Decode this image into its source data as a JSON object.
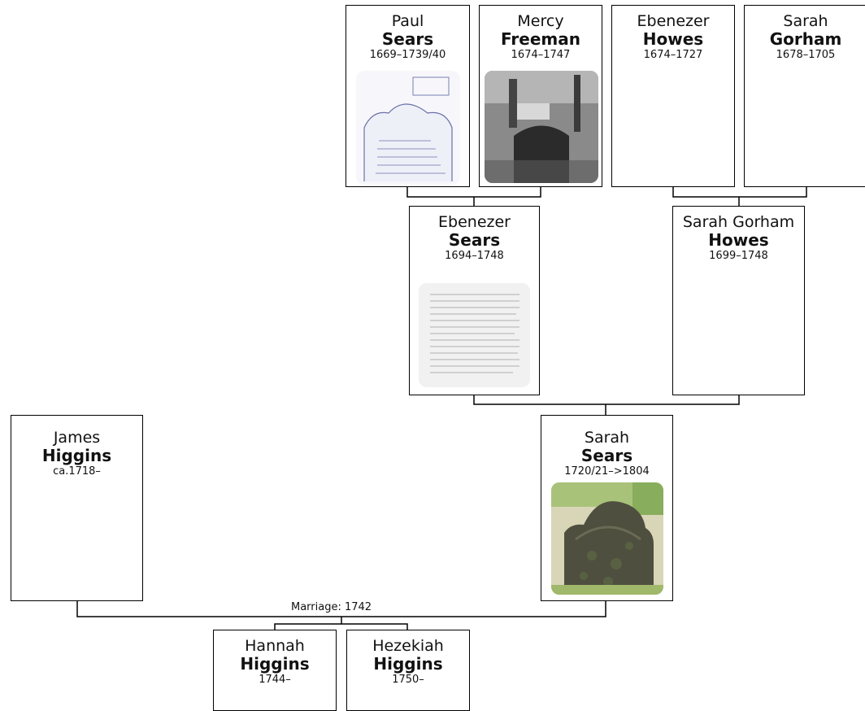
{
  "people": {
    "paul_sears": {
      "given": "Paul",
      "surname": "Sears",
      "dates": "1669–1739/40"
    },
    "mercy_freeman": {
      "given": "Mercy",
      "surname": "Freeman",
      "dates": "1674–1747"
    },
    "ebenezer_howes": {
      "given": "Ebenezer",
      "surname": "Howes",
      "dates": "1674–1727"
    },
    "sarah_gorham": {
      "given": "Sarah",
      "surname": "Gorham",
      "dates": "1678–1705"
    },
    "ebenezer_sears": {
      "given": "Ebenezer",
      "surname": "Sears",
      "dates": "1694–1748"
    },
    "sarah_gorham_howes": {
      "given": "Sarah Gorham",
      "surname": "Howes",
      "dates": "1699–1748"
    },
    "james_higgins": {
      "given": "James",
      "surname": "Higgins",
      "dates": "ca.1718–"
    },
    "sarah_sears": {
      "given": "Sarah",
      "surname": "Sears",
      "dates": "1720/21–>1804"
    },
    "hannah_higgins": {
      "given": "Hannah",
      "surname": "Higgins",
      "dates": "1744–"
    },
    "hezekiah_higgins": {
      "given": "Hezekiah",
      "surname": "Higgins",
      "dates": "1750–"
    }
  },
  "marriage_label": "Marriage: 1742"
}
